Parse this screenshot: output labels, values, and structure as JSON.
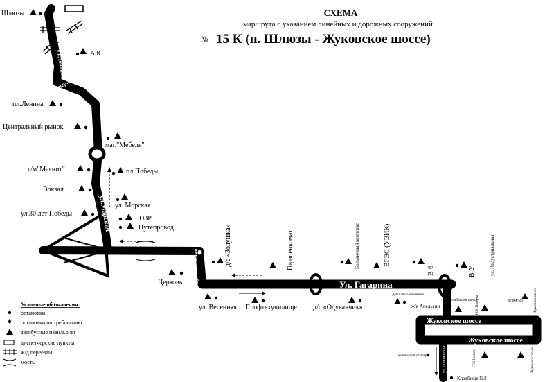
{
  "title": {
    "line1": "СХЕМА",
    "line2": "маршрута с указанием линейных и дорожных сооружений",
    "number_sign": "№",
    "route": "15 К  (п. Шлюзы - Жуковское шоссе)"
  },
  "streets": {
    "lenina": "ул.Ленина",
    "pochtovy": "пер.Почтовый",
    "morskaya": "ул.Морская",
    "vesennyaya": "ул. Весенняя",
    "gagarina": "Ул. Гагарина",
    "zhukovskoe_upper": "Жуковское шоссе",
    "zhukovskoe_lower": "Жуковское шоссе",
    "industrialnaya": "ул. Индустриальная",
    "tekhnicheskaya": "ул.Техническая"
  },
  "stops": {
    "shlyuzy": "Шлюзы",
    "azs": "АЗС",
    "pl_lenina": "пл.Ленина",
    "central_market": "Центральный рынок",
    "mebel": "маг.\"Мебель\"",
    "magnit": "г/м\"Магнит\"",
    "pl_pobedy": "пл.Победы",
    "vokzal": "Вокзал",
    "morskaya": "ул. Морская",
    "ul30": "ул.30 лет Победы",
    "yuzr": "ЮЗР",
    "puteprovod": "Путепровод",
    "tserkov": "Церковь",
    "ul_vesennyaya": "ул. Весенняя",
    "proftech": "Профтехучилище",
    "oduvanchik": "д/с «Одуванчик»",
    "zolushka": "д/с «Золушка»",
    "gorvoenkomat": "Горвоенкомат",
    "hospital": "Больничный комплекс",
    "vges": "ВГЭС (УЭИК)",
    "v6": "В-6",
    "vu": "В-У",
    "child_clinic": "Детская поликлиника",
    "zhk_apelsin": "ж/к Апельсин",
    "oktyabrskaya": "Октябрьское шоссе",
    "gsk_pyaterka": "ГСК Пятерка",
    "vzmeo": "ВЗМЭО",
    "zhukovskoe_right_upper": "Жуковское шоссе",
    "zhukovskoe_right_lower": "Жуковское шоссе",
    "tech_osmotr": "Технический осмотр",
    "gsk_nachalo": "ГСК Начало",
    "kladbishe": "Кладбище №3"
  },
  "legend": {
    "heading": "Условные обозначения:",
    "items": [
      {
        "icon": "stop-dot-icon",
        "label": "остановки"
      },
      {
        "icon": "request-stop-icon",
        "label": "остановки по требованию"
      },
      {
        "icon": "bus-pavilion-icon",
        "label": "автобусные павильоны"
      },
      {
        "icon": "dispatch-point-icon",
        "label": "диспетчерские пункты"
      },
      {
        "icon": "rail-crossing-icon",
        "label": "ж/д переезды"
      },
      {
        "icon": "bridge-icon",
        "label": "мосты"
      }
    ]
  },
  "colors": {
    "road": "#000000",
    "background": "#ffffff",
    "road_text": "#ffffff"
  }
}
